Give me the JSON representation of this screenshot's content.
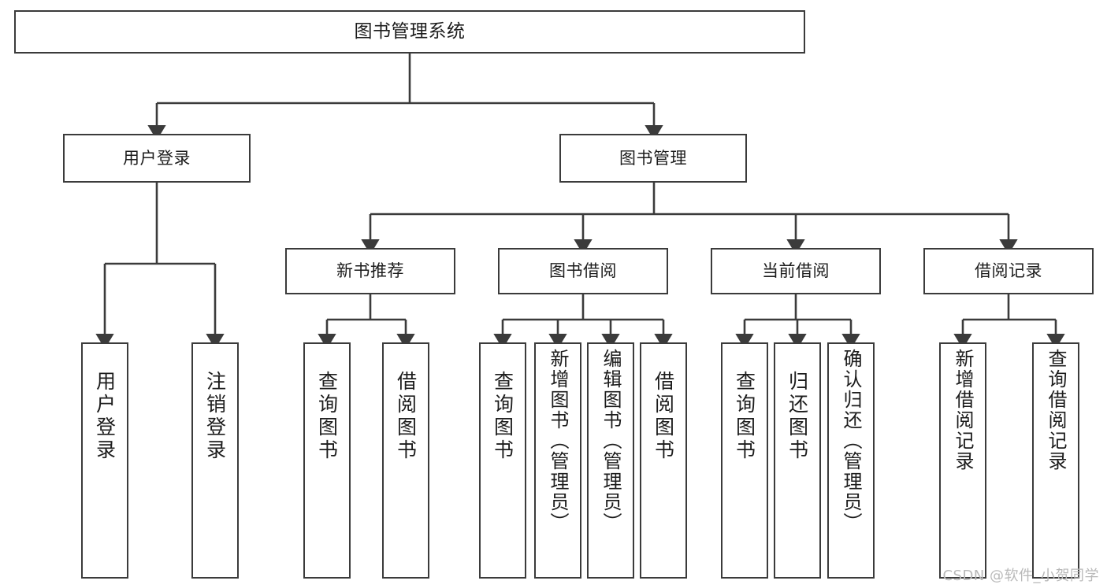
{
  "diagram": {
    "type": "tree",
    "title": "图书管理系统",
    "root": {
      "id": "root",
      "label": "图书管理系统"
    },
    "level2": [
      {
        "id": "user-login",
        "label": "用户登录"
      },
      {
        "id": "book-manage",
        "label": "图书管理"
      }
    ],
    "level3": [
      {
        "id": "new-book-rec",
        "label": "新书推荐",
        "parent": "book-manage"
      },
      {
        "id": "book-borrow",
        "label": "图书借阅",
        "parent": "book-manage"
      },
      {
        "id": "current-borrow",
        "label": "当前借阅",
        "parent": "book-manage"
      },
      {
        "id": "borrow-record",
        "label": "借阅记录",
        "parent": "book-manage"
      }
    ],
    "leaves": [
      {
        "id": "leaf-user-login",
        "label": "用户登录",
        "parent": "user-login"
      },
      {
        "id": "leaf-logout",
        "label": "注销登录",
        "parent": "user-login"
      },
      {
        "id": "leaf-query-book-1",
        "label": "查询图书",
        "parent": "new-book-rec"
      },
      {
        "id": "leaf-borrow-book-1",
        "label": "借阅图书",
        "parent": "new-book-rec"
      },
      {
        "id": "leaf-query-book-2",
        "label": "查询图书",
        "parent": "book-borrow"
      },
      {
        "id": "leaf-add-book",
        "label": "新增图书（管理员）",
        "parent": "book-borrow"
      },
      {
        "id": "leaf-edit-book",
        "label": "编辑图书（管理员）",
        "parent": "book-borrow"
      },
      {
        "id": "leaf-borrow-book-2",
        "label": "借阅图书",
        "parent": "book-borrow"
      },
      {
        "id": "leaf-query-book-3",
        "label": "查询图书",
        "parent": "current-borrow"
      },
      {
        "id": "leaf-return-book",
        "label": "归还图书",
        "parent": "current-borrow"
      },
      {
        "id": "leaf-confirm-return",
        "label": "确认归还（管理员）",
        "parent": "current-borrow"
      },
      {
        "id": "leaf-add-record",
        "label": "新增借阅记录",
        "parent": "borrow-record"
      },
      {
        "id": "leaf-query-record",
        "label": "查询借阅记录",
        "parent": "borrow-record"
      }
    ],
    "colors": {
      "box_border": "#3b3b3b",
      "box_fill": "#ffffff",
      "connector": "#3b3b3b",
      "text": "#1c1c1c",
      "watermark": "#b9b9b9"
    }
  },
  "watermark": {
    "text": "CSDN @软件_小贺同学"
  }
}
